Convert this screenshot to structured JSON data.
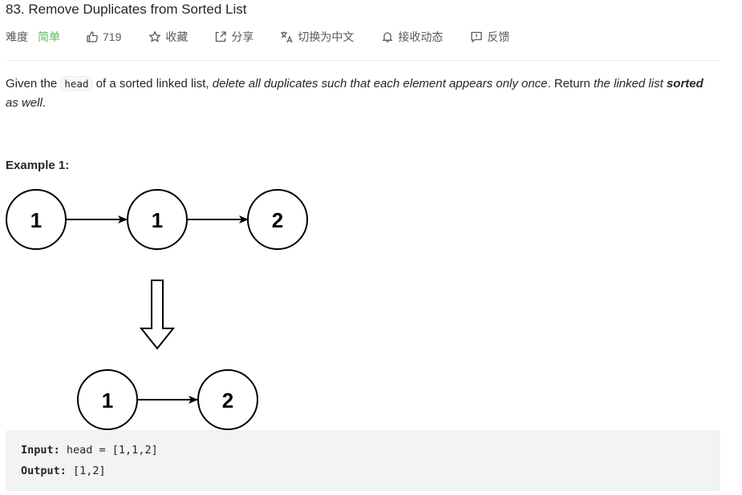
{
  "problem": {
    "title": "83. Remove Duplicates from Sorted List"
  },
  "toolbar": {
    "difficulty_label": "难度",
    "difficulty_value": "简单",
    "likes": "719",
    "favorite_label": "收藏",
    "share_label": "分享",
    "translate_label": "切换为中文",
    "notify_label": "接收动态",
    "feedback_label": "反馈",
    "difficulty_color": "#5cb85c"
  },
  "description": {
    "part1": "Given the ",
    "code_head": "head",
    "part2": " of a sorted linked list, ",
    "italic1": "delete all duplicates such that each element appears only once",
    "part3": ". Return ",
    "italic2": "the linked list ",
    "bold_sorted": "sorted",
    "italic3": " as well",
    "part4": "."
  },
  "example": {
    "title": "Example 1:",
    "input_label": "Input:",
    "input_value": " head = [1,1,2]",
    "output_label": "Output:",
    "output_value": " [1,2]"
  },
  "diagram": {
    "before_nodes": [
      "1",
      "1",
      "2"
    ],
    "after_nodes": [
      "1",
      "2"
    ]
  }
}
